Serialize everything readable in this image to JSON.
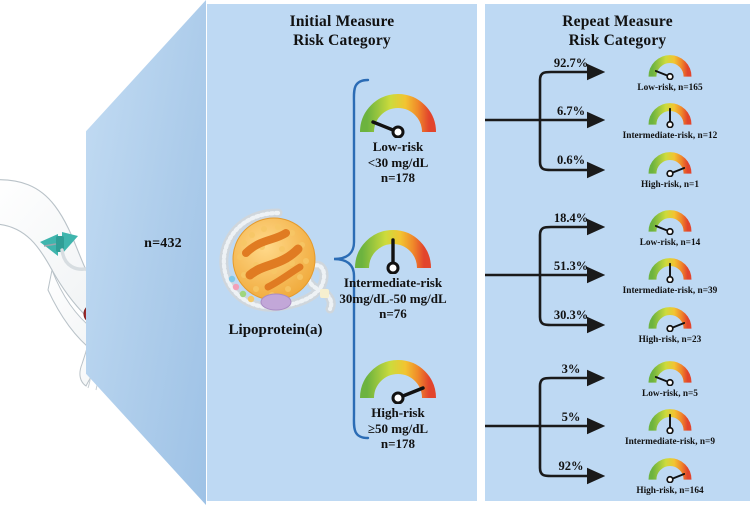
{
  "figure": {
    "left": {
      "n_label": "n=432",
      "illustration": "arm-venipuncture-blood-tube"
    },
    "center": {
      "title_line1": "Initial Measure",
      "title_line2": "Risk Category",
      "molecule_label": "Lipoprotein(a)",
      "categories": [
        {
          "name": "Low-risk",
          "threshold": "<30 mg/dL",
          "n": "n=178",
          "gauge": "low"
        },
        {
          "name": "Intermediate-risk",
          "threshold": "30mg/dL-50 mg/dL",
          "n": "n=76",
          "gauge": "mid"
        },
        {
          "name": "High-risk",
          "threshold": "≥50 mg/dL",
          "n": "n=178",
          "gauge": "high"
        }
      ]
    },
    "right": {
      "title_line1": "Repeat Measure",
      "title_line2": "Risk Category",
      "groups": [
        {
          "from": "Low-risk",
          "outcomes": [
            {
              "pct": "92.7%",
              "label": "Low-risk, n=165",
              "gauge": "low"
            },
            {
              "pct": "6.7%",
              "label": "Intermediate-risk, n=12",
              "gauge": "mid"
            },
            {
              "pct": "0.6%",
              "label": "High-risk, n=1",
              "gauge": "high"
            }
          ]
        },
        {
          "from": "Intermediate-risk",
          "outcomes": [
            {
              "pct": "18.4%",
              "label": "Low-risk, n=14",
              "gauge": "low"
            },
            {
              "pct": "51.3%",
              "label": "Intermediate-risk, n=39",
              "gauge": "mid"
            },
            {
              "pct": "30.3%",
              "label": "High-risk, n=23",
              "gauge": "high"
            }
          ]
        },
        {
          "from": "High-risk",
          "outcomes": [
            {
              "pct": "3%",
              "label": "Low-risk, n=5",
              "gauge": "low"
            },
            {
              "pct": "5%",
              "label": "Intermediate-risk, n=9",
              "gauge": "mid"
            },
            {
              "pct": "92%",
              "label": "High-risk, n=164",
              "gauge": "high"
            }
          ]
        }
      ]
    },
    "colors": {
      "panel_bg": "#bed9f3",
      "wedge_bg": "#aecdeb",
      "brace": "#2b6cb5",
      "arrow": "#1a1a1a",
      "gauge_green": "#6cb33f",
      "gauge_yellow": "#f2c431",
      "gauge_orange": "#f08a2a",
      "gauge_red": "#e2452c",
      "lipo_core": "#f5b642",
      "lipo_apo": "#e07b22",
      "tube_blood": "#9e2b2b",
      "tourniquet": "#3fb5ad"
    }
  },
  "chart_data": {
    "type": "table",
    "title": "Lipoprotein(a) risk category reclassification on repeat measurement",
    "total_n": 432,
    "categories": [
      "Low-risk",
      "Intermediate-risk",
      "High-risk"
    ],
    "rows": [
      {
        "initial": "Low-risk",
        "initial_n": 178,
        "to_low_pct": 92.7,
        "to_low_n": 165,
        "to_intermediate_pct": 6.7,
        "to_intermediate_n": 12,
        "to_high_pct": 0.6,
        "to_high_n": 1
      },
      {
        "initial": "Intermediate-risk",
        "initial_n": 76,
        "to_low_pct": 18.4,
        "to_low_n": 14,
        "to_intermediate_pct": 51.3,
        "to_intermediate_n": 39,
        "to_high_pct": 30.3,
        "to_high_n": 23
      },
      {
        "initial": "High-risk",
        "initial_n": 178,
        "to_low_pct": 3,
        "to_low_n": 5,
        "to_intermediate_pct": 5,
        "to_intermediate_n": 9,
        "to_high_pct": 92,
        "to_high_n": 164
      }
    ]
  }
}
